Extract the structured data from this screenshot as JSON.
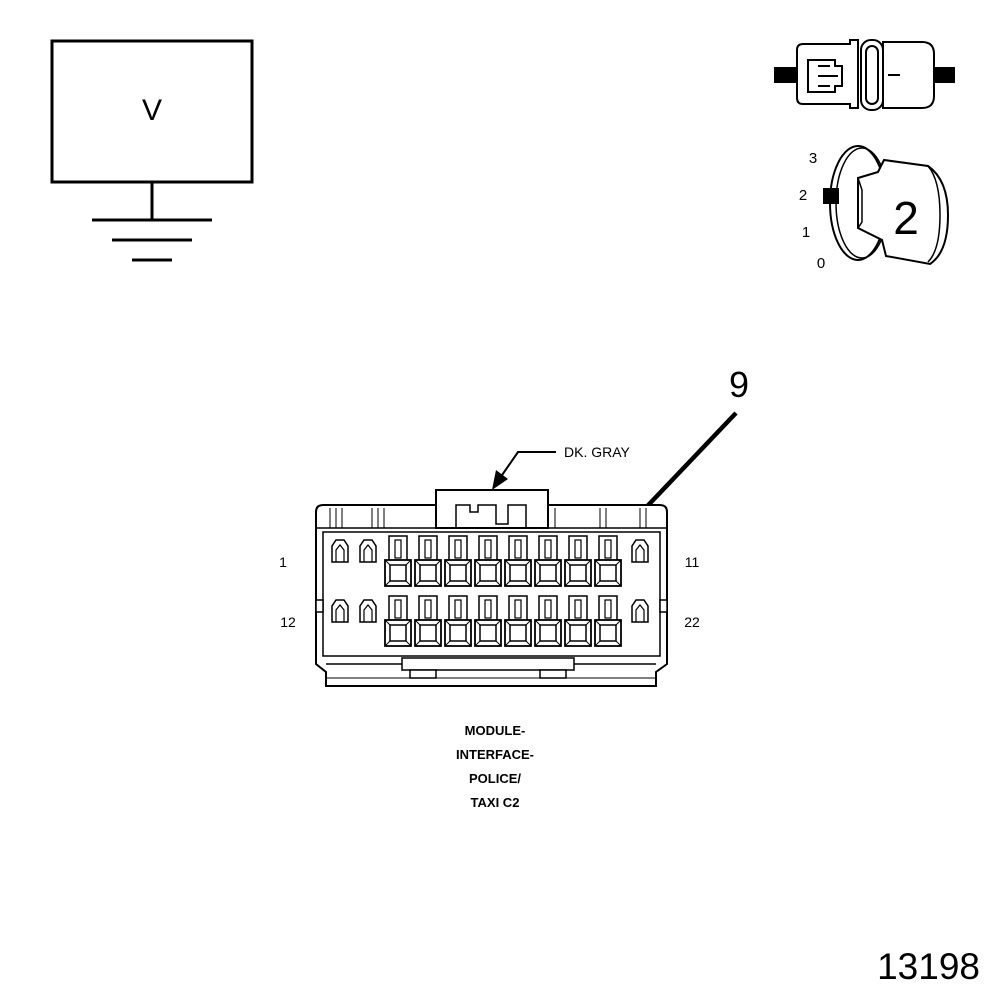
{
  "voltmeter": {
    "symbol": "V"
  },
  "ignition": {
    "positions": [
      "3",
      "2",
      "1",
      "0"
    ],
    "selected_position": "2",
    "key_label": "2"
  },
  "callout": {
    "number": "9"
  },
  "connector": {
    "color_label": "DK. GRAY",
    "pin_labels": {
      "top_left": "1",
      "top_right": "11",
      "bottom_left": "12",
      "bottom_right": "22"
    },
    "name_lines": [
      "MODULE-",
      "INTERFACE-",
      "POLICE/",
      "TAXI C2"
    ]
  },
  "figure_number": "13198"
}
